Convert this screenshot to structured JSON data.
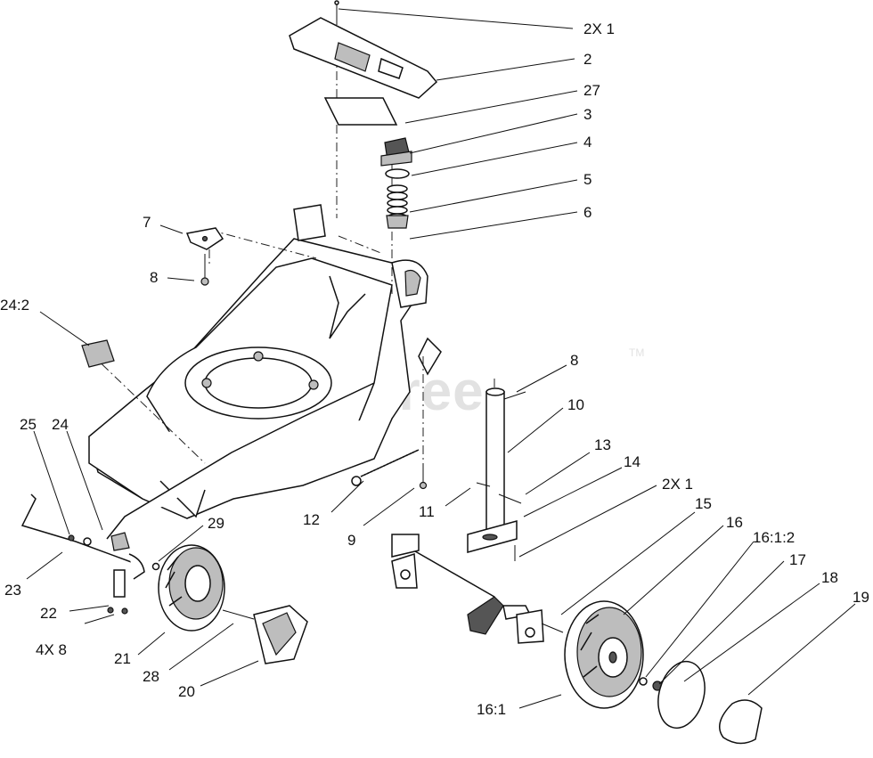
{
  "watermark": {
    "text": "PartsTree",
    "trademark": "TM"
  },
  "callouts": [
    {
      "id": "c-2x1-top",
      "text": "2X 1"
    },
    {
      "id": "c-2",
      "text": "2"
    },
    {
      "id": "c-27",
      "text": "27"
    },
    {
      "id": "c-3",
      "text": "3"
    },
    {
      "id": "c-4",
      "text": "4"
    },
    {
      "id": "c-5",
      "text": "5"
    },
    {
      "id": "c-6",
      "text": "6"
    },
    {
      "id": "c-7",
      "text": "7"
    },
    {
      "id": "c-8-left",
      "text": "8"
    },
    {
      "id": "c-24-2",
      "text": "24:2"
    },
    {
      "id": "c-8-right",
      "text": "8"
    },
    {
      "id": "c-10",
      "text": "10"
    },
    {
      "id": "c-13",
      "text": "13"
    },
    {
      "id": "c-14",
      "text": "14"
    },
    {
      "id": "c-2x1-mid",
      "text": "2X 1"
    },
    {
      "id": "c-15",
      "text": "15"
    },
    {
      "id": "c-16",
      "text": "16"
    },
    {
      "id": "c-16-1-2",
      "text": "16:1:2"
    },
    {
      "id": "c-17",
      "text": "17"
    },
    {
      "id": "c-18",
      "text": "18"
    },
    {
      "id": "c-19",
      "text": "19"
    },
    {
      "id": "c-25",
      "text": "25"
    },
    {
      "id": "c-24",
      "text": "24"
    },
    {
      "id": "c-29",
      "text": "29"
    },
    {
      "id": "c-12",
      "text": "12"
    },
    {
      "id": "c-9",
      "text": "9"
    },
    {
      "id": "c-11",
      "text": "11"
    },
    {
      "id": "c-23",
      "text": "23"
    },
    {
      "id": "c-22",
      "text": "22"
    },
    {
      "id": "c-4x8",
      "text": "4X 8"
    },
    {
      "id": "c-21",
      "text": "21"
    },
    {
      "id": "c-28",
      "text": "28"
    },
    {
      "id": "c-20",
      "text": "20"
    },
    {
      "id": "c-16-1",
      "text": "16:1"
    }
  ]
}
